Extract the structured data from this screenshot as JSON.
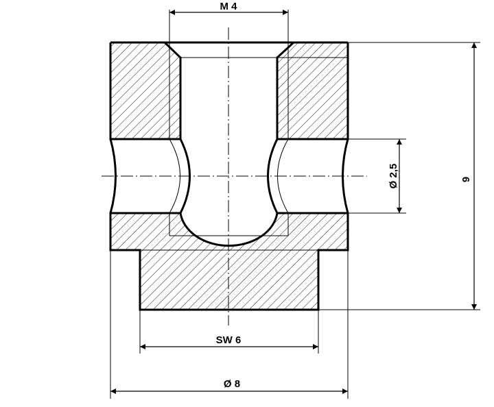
{
  "drawing": {
    "type": "technical-section-drawing",
    "subject": "threaded sleeve / cross-drilled nut, sectional view",
    "colors": {
      "line": "#000000",
      "hatch": "#000000",
      "background": "#ffffff"
    }
  },
  "dimensions": {
    "thread": {
      "label": "M 4",
      "value": "4",
      "prefix": "M"
    },
    "cross_hole": {
      "label": "Ø 2,5",
      "value": "2,5",
      "prefix": "Ø"
    },
    "height": {
      "label": "9",
      "value": "9"
    },
    "wrench_size": {
      "label": "SW 6",
      "value": "6",
      "prefix": "SW"
    },
    "outer_diameter": {
      "label": "Ø 8",
      "value": "8",
      "prefix": "Ø"
    }
  }
}
